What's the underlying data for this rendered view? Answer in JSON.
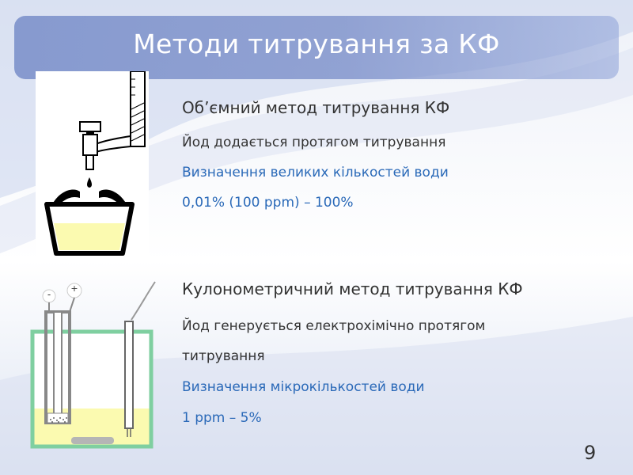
{
  "slide": {
    "title": "Методи титрування за КФ",
    "page_number": "9"
  },
  "volumetric": {
    "heading": "Об’ємний метод титрування КФ",
    "line1": "Йод додається протягом титрування",
    "line2": "Визначення великих кількостей води",
    "line3": "0,01% (100 ppm) – 100%"
  },
  "coulometric": {
    "heading": "Кулонометричний метод титрування КФ",
    "line1a": "Йод генерується електрохімічно протягом",
    "line1b": "титрування",
    "line2": "Визначення мікрокількостей води",
    "line3": "1 ppm – 5%",
    "electrode_minus": "-",
    "electrode_plus": "+"
  },
  "colors": {
    "blue_text": "#2a69b8",
    "liquid": "#fbfab0",
    "cell_border": "#7fcfa0"
  }
}
